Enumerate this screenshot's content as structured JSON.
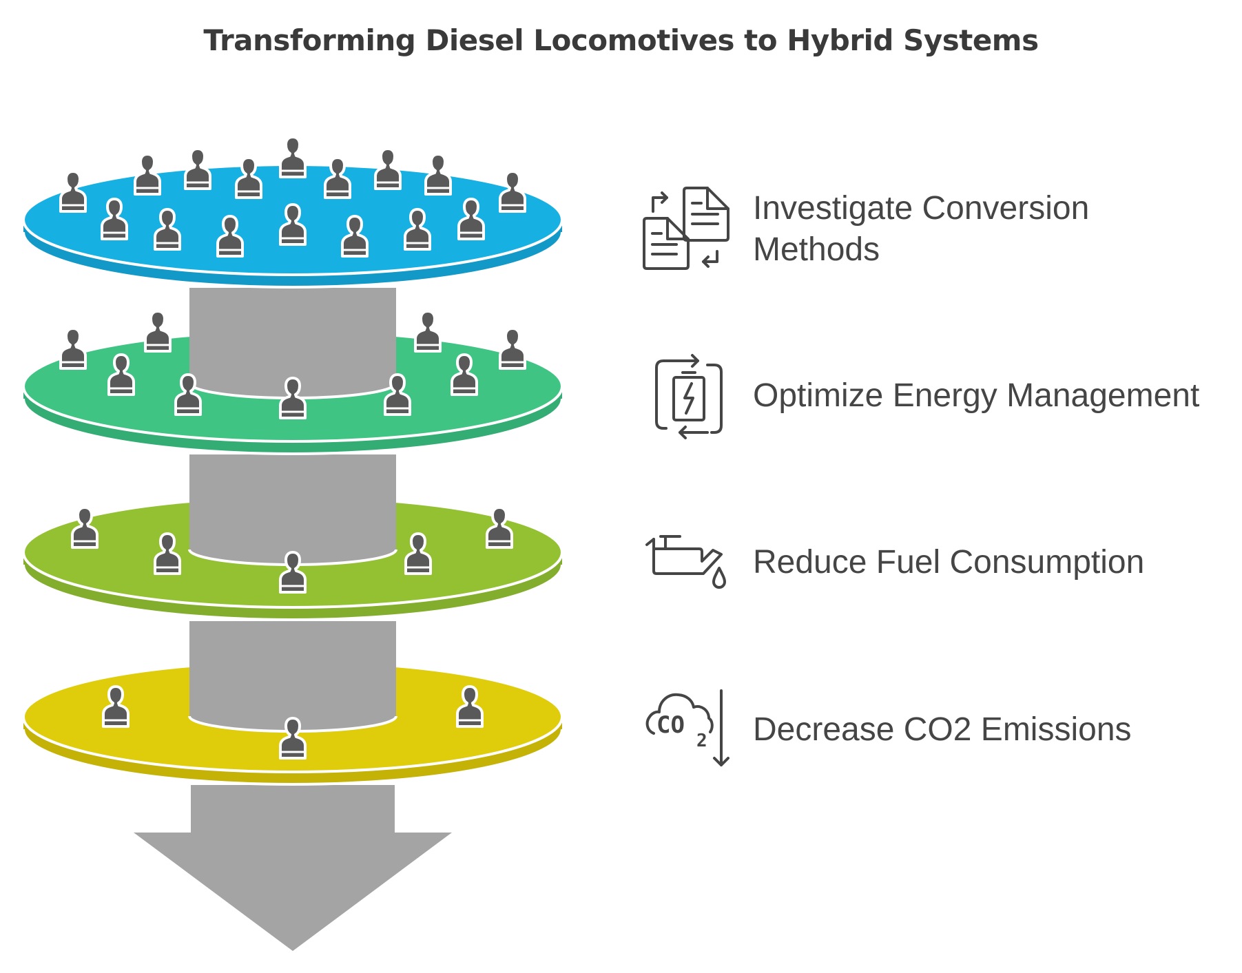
{
  "title": "Transforming Diesel Locomotives to Hybrid Systems",
  "colors": {
    "tier1": "#17b0e3",
    "tier2": "#3fc484",
    "tier3": "#93c132",
    "tier4": "#dfcc0a",
    "pipe": "#a4a4a4",
    "person": "#595959",
    "text": "#454545"
  },
  "steps": [
    {
      "label_line1": "Investigate Conversion",
      "label_line2": "Methods",
      "icon": "documents-exchange-icon"
    },
    {
      "label_line1": "Optimize Energy Management",
      "icon": "battery-cycle-icon"
    },
    {
      "label_line1": "Reduce Fuel Consumption",
      "icon": "oil-can-icon"
    },
    {
      "label_line1": "Decrease CO2 Emissions",
      "icon_text_main": "CO",
      "icon_text_sub": "2",
      "icon": "co2-cloud-down-icon"
    }
  ]
}
